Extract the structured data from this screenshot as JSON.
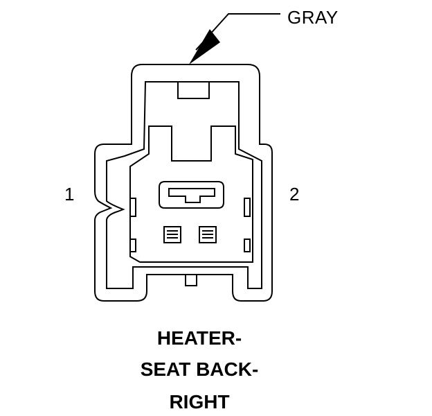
{
  "connector": {
    "color_label": "GRAY",
    "pin_labels": [
      "1",
      "2"
    ],
    "title_lines": [
      "HEATER-",
      "SEAT BACK-",
      "RIGHT"
    ]
  },
  "colors": {
    "stroke": "#000000",
    "background": "#ffffff"
  }
}
